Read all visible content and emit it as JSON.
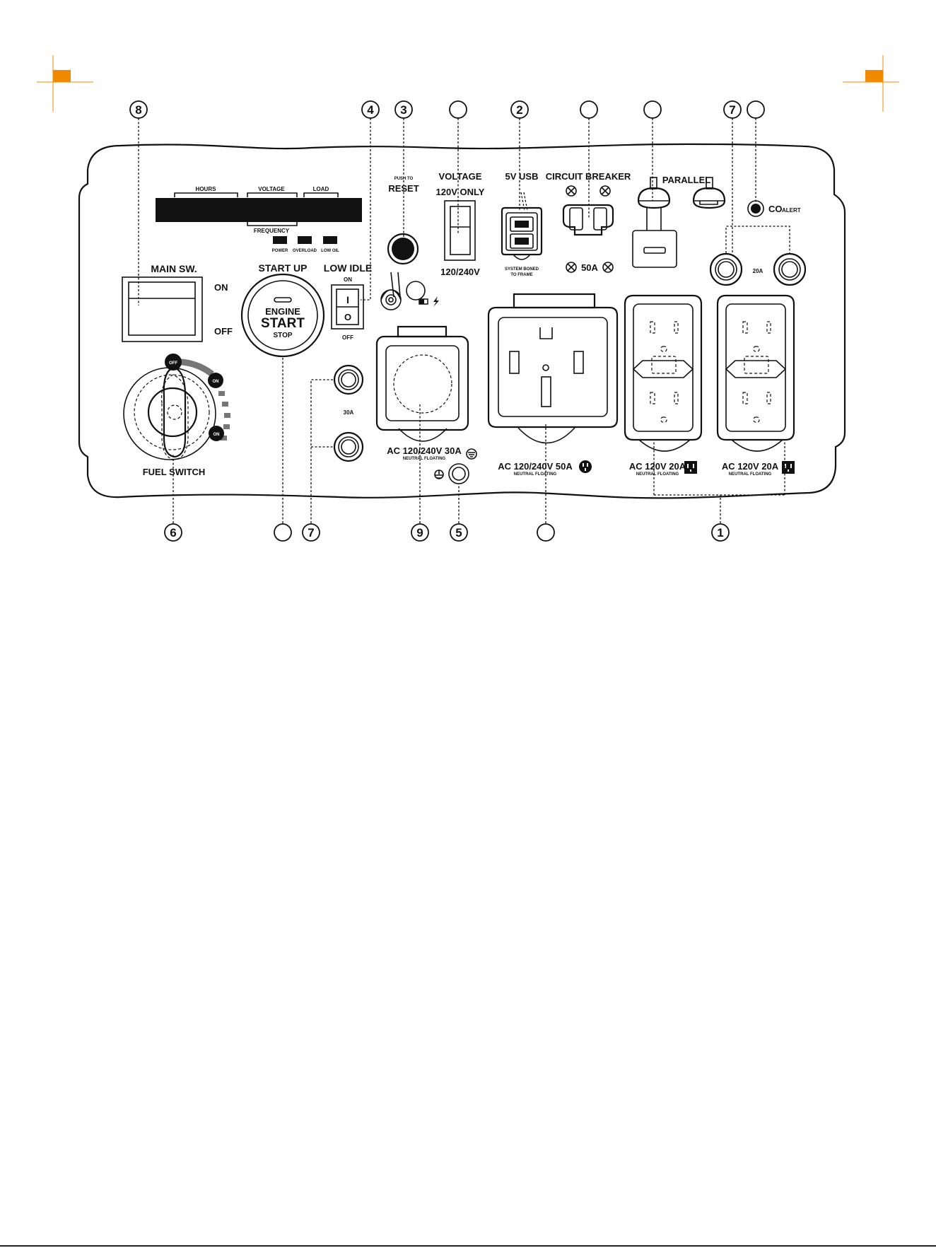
{
  "crop_mark_color": "#f28a00",
  "display": {
    "hours_label": "HOURS",
    "voltage_label": "VOLTAGE",
    "load_label": "LOAD",
    "frequency_label": "FREQUENCY",
    "indicators": [
      "POWER",
      "OVERLOAD",
      "LOW OIL"
    ]
  },
  "main_switch": {
    "title": "MAIN SW.",
    "on": "ON",
    "off": "OFF"
  },
  "start_button": {
    "title": "START UP",
    "line1": "ENGINE",
    "line2": "START",
    "line3": "STOP"
  },
  "low_idle": {
    "title": "LOW IDLE",
    "on": "ON",
    "off": "OFF",
    "on_symbol": "I",
    "off_symbol": "O"
  },
  "reset": {
    "line1": "PUSH TO",
    "line2": "RESET"
  },
  "voltage_selector": {
    "title": "VOLTAGE",
    "top": "120V ONLY",
    "bottom": "120/240V"
  },
  "usb": {
    "title": "5V USB",
    "note1": "SYSTEM BONED",
    "note2": "TO FRAME"
  },
  "circuit_breaker": {
    "title": "CIRCUIT BREAKER",
    "rating": "50A"
  },
  "parallel": {
    "title": "PARALLEL"
  },
  "co_alert": {
    "co": "CO",
    "alert": "ALERT"
  },
  "fuel_switch": {
    "title": "FUEL SWITCH",
    "positions": [
      "OFF",
      "ON",
      "ON"
    ]
  },
  "breakers_30a": "30A",
  "breakers_20a": "20A",
  "outlets": {
    "twist_lock_30a": {
      "label": "AC 120/240V 30A",
      "note": "NEUTRAL FLOATING"
    },
    "outlet_50a": {
      "label": "AC 120/240V 50A",
      "note": "NEUTRAL FLOATING"
    },
    "gfci_left": {
      "label": "AC 120V 20A",
      "note": "NEUTRAL FLOATING"
    },
    "gfci_right": {
      "label": "AC 120V 20A",
      "note": "NEUTRAL FLOATING"
    }
  },
  "callouts_top": [
    "8",
    "4",
    "3",
    "",
    "2",
    "",
    "",
    "7",
    ""
  ],
  "callouts_bottom": [
    "6",
    "",
    "7",
    "9",
    "5",
    "",
    "1"
  ]
}
